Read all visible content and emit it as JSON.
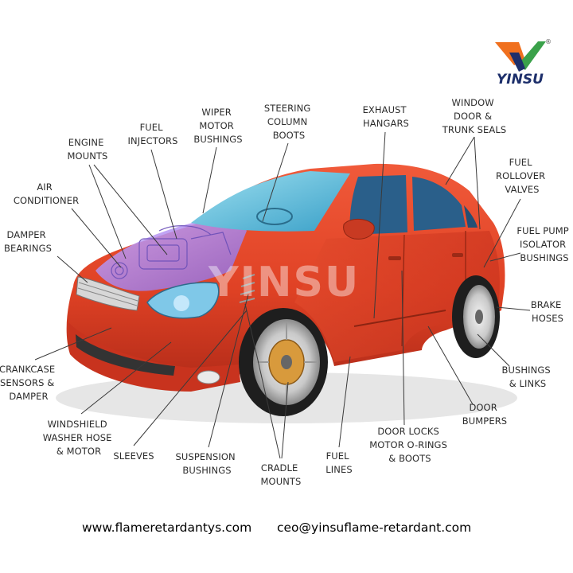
{
  "brand": {
    "name": "YINSU",
    "registered": "®",
    "colors": {
      "orange": "#f0701e",
      "green": "#3aa14a",
      "blue": "#1d2f6b"
    }
  },
  "watermark": "YINSU",
  "labels": [
    {
      "id": "engine-mounts",
      "lines": [
        "ENGINE",
        "MOUNTS"
      ]
    },
    {
      "id": "fuel-injectors",
      "lines": [
        "FUEL",
        "INJECTORS"
      ]
    },
    {
      "id": "wiper-motor-bushings",
      "lines": [
        "WIPER",
        "MOTOR",
        "BUSHINGS"
      ]
    },
    {
      "id": "steering-column-boots",
      "lines": [
        "STEERING",
        "COLUMN",
        "BOOTS"
      ]
    },
    {
      "id": "exhaust-hangars",
      "lines": [
        "EXHAUST",
        "HANGARS"
      ]
    },
    {
      "id": "window-door-trunk-seals",
      "lines": [
        "WINDOW",
        "DOOR &",
        "TRUNK SEALS"
      ]
    },
    {
      "id": "fuel-rollover-valves",
      "lines": [
        "FUEL",
        "ROLLOVER",
        "VALVES"
      ]
    },
    {
      "id": "air-conditioner",
      "lines": [
        "AIR",
        "CONDITIONER"
      ]
    },
    {
      "id": "damper-bearings",
      "lines": [
        "DAMPER",
        "BEARINGS"
      ]
    },
    {
      "id": "fuel-pump-isolator-bushings",
      "lines": [
        "FUEL PUMP",
        "ISOLATOR",
        "BUSHINGS"
      ]
    },
    {
      "id": "brake-hoses",
      "lines": [
        "BRAKE",
        "HOSES"
      ]
    },
    {
      "id": "crankcase-sensors-damper",
      "lines": [
        "CRANKCASE",
        "SENSORS &",
        "DAMPER"
      ]
    },
    {
      "id": "bushings-links",
      "lines": [
        "BUSHINGS",
        "& LINKS"
      ]
    },
    {
      "id": "windshield-washer-hose-motor",
      "lines": [
        "WINDSHIELD",
        "WASHER HOSE",
        "& MOTOR"
      ]
    },
    {
      "id": "door-bumpers",
      "lines": [
        "DOOR",
        "BUMPERS"
      ]
    },
    {
      "id": "sleeves",
      "lines": [
        "SLEEVES"
      ]
    },
    {
      "id": "suspension-bushings",
      "lines": [
        "SUSPENSION",
        "BUSHINGS"
      ]
    },
    {
      "id": "cradle-mounts",
      "lines": [
        "CRADLE",
        "MOUNTS"
      ]
    },
    {
      "id": "fuel-lines",
      "lines": [
        "FUEL",
        "LINES"
      ]
    },
    {
      "id": "door-locks-motor-orings-boots",
      "lines": [
        "DOOR LOCKS",
        "MOTOR O-RINGS",
        "& BOOTS"
      ]
    }
  ],
  "footer": {
    "website": "www.flameretardantys.com",
    "email": "ceo@yinsuflame-retardant.com"
  }
}
